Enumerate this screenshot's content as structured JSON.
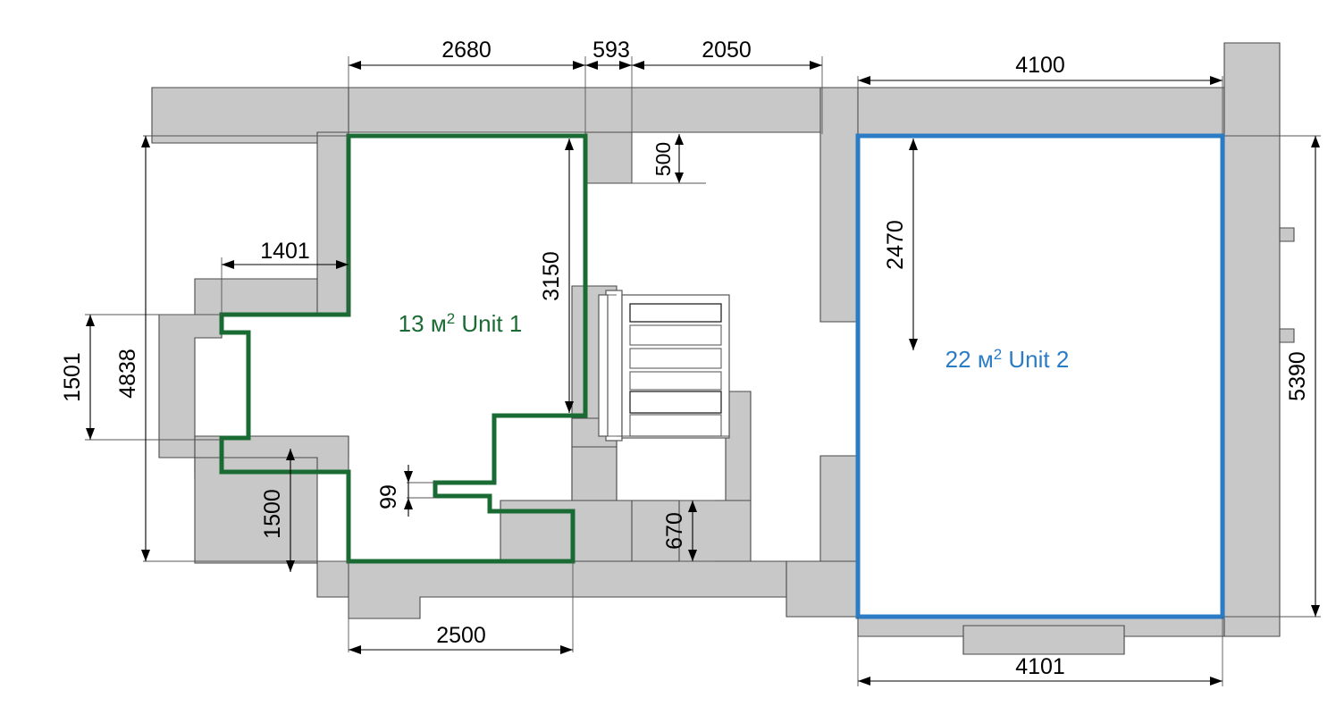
{
  "document": {
    "type": "floor-plan",
    "title": "Apartment floor plan with two units",
    "background_color": "#ffffff"
  },
  "colors": {
    "unit1_stroke": "#1a6b33",
    "unit2_stroke": "#2b7cc4",
    "wall_fill": "#c8c8c8",
    "wall_stroke": "#4a4a4a",
    "dimension_line": "#000000",
    "extension_line": "#555555"
  },
  "units": [
    {
      "id": "unit-1",
      "area_value": "13",
      "area_unit": "м",
      "area_exponent": "2",
      "name": "Unit 1",
      "label_full": "13 м² Unit 1",
      "color": "#1a6b33"
    },
    {
      "id": "unit-2",
      "area_value": "22",
      "area_unit": "м",
      "area_exponent": "2",
      "name": "Unit 2",
      "label_full": "22 м² Unit 2",
      "color": "#2b7cc4"
    }
  ],
  "dimensions": {
    "top": [
      {
        "id": "dim-2680",
        "value": "2680",
        "orientation": "horizontal"
      },
      {
        "id": "dim-593",
        "value": "593",
        "orientation": "horizontal"
      },
      {
        "id": "dim-2050",
        "value": "2050",
        "orientation": "horizontal"
      },
      {
        "id": "dim-4100",
        "value": "4100",
        "orientation": "horizontal"
      }
    ],
    "left": [
      {
        "id": "dim-1501",
        "value": "1501",
        "orientation": "vertical"
      },
      {
        "id": "dim-4838",
        "value": "4838",
        "orientation": "vertical"
      },
      {
        "id": "dim-1401",
        "value": "1401",
        "orientation": "horizontal"
      },
      {
        "id": "dim-1500",
        "value": "1500",
        "orientation": "vertical"
      }
    ],
    "interior": [
      {
        "id": "dim-3150",
        "value": "3150",
        "orientation": "vertical"
      },
      {
        "id": "dim-500",
        "value": "500",
        "orientation": "vertical"
      },
      {
        "id": "dim-99",
        "value": "99",
        "orientation": "vertical"
      },
      {
        "id": "dim-670",
        "value": "670",
        "orientation": "vertical"
      },
      {
        "id": "dim-2470",
        "value": "2470",
        "orientation": "vertical"
      }
    ],
    "right": [
      {
        "id": "dim-5390",
        "value": "5390",
        "orientation": "vertical"
      }
    ],
    "bottom": [
      {
        "id": "dim-2500",
        "value": "2500",
        "orientation": "horizontal"
      },
      {
        "id": "dim-4101",
        "value": "4101",
        "orientation": "horizontal"
      }
    ]
  },
  "features": {
    "staircase": {
      "id": "staircase",
      "tread_count": "6"
    }
  }
}
